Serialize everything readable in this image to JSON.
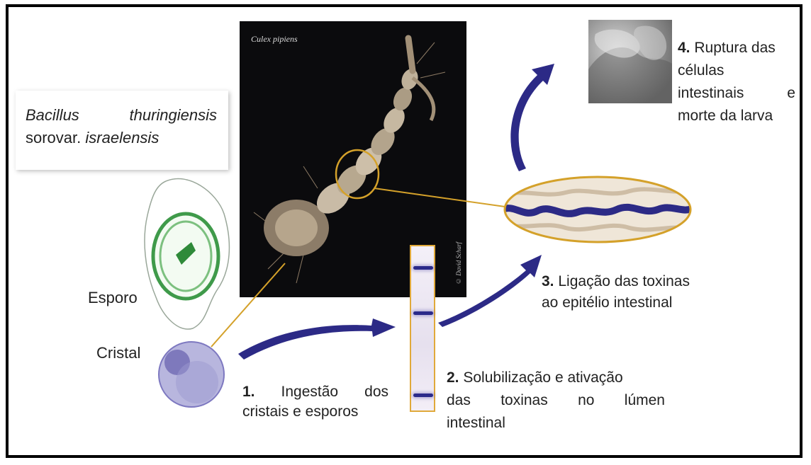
{
  "organism": {
    "line1_genus": "Bacillus",
    "line1_species": "thuringiensis",
    "line2_prefix": "sorovar.",
    "line2_variety": "israelensis"
  },
  "labels": {
    "esporo": "Esporo",
    "cristal": "Cristal",
    "photo_caption": "Culex pipiens",
    "photo_credit": "© David Scharf"
  },
  "steps": [
    {
      "num": "1.",
      "lines": [
        "Ingestão dos",
        "cristais e esporos"
      ]
    },
    {
      "num": "2.",
      "lines": [
        "Solubilização e ativação",
        "das toxinas no lúmen",
        "intestinal"
      ]
    },
    {
      "num": "3.",
      "lines": [
        "Ligação das toxinas",
        "ao epitélio intestinal"
      ]
    },
    {
      "num": "4.",
      "lines": [
        "Ruptura das",
        "células",
        "intestinais e",
        "morte da larva"
      ]
    }
  ],
  "colors": {
    "arrow": "#2c2a86",
    "connector": "#d4a12a",
    "spore_green": "#3f9a4a",
    "crystal_purple": "#7d78c0"
  }
}
